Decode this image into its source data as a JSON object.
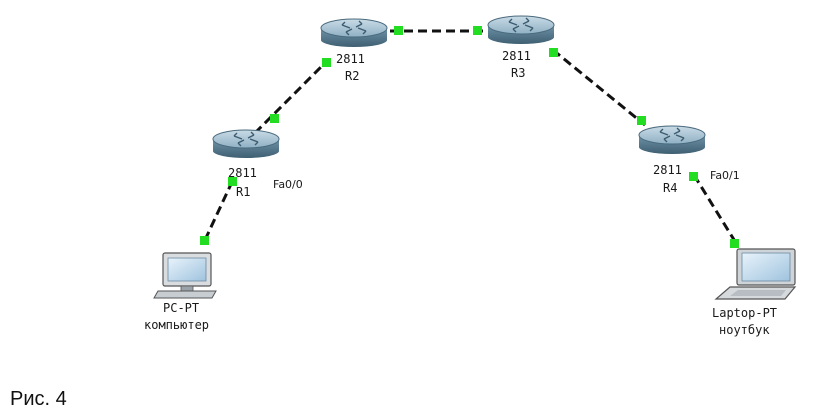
{
  "routers": [
    {
      "id": "R1",
      "model": "2811",
      "name": "R1"
    },
    {
      "id": "R2",
      "model": "2811",
      "name": "R2"
    },
    {
      "id": "R3",
      "model": "2811",
      "name": "R3"
    },
    {
      "id": "R4",
      "model": "2811",
      "name": "R4"
    }
  ],
  "hosts": [
    {
      "id": "pc",
      "type": "PC-PT",
      "name": "компьютер"
    },
    {
      "id": "laptop",
      "type": "Laptop-PT",
      "name": "ноутбук"
    }
  ],
  "ports": {
    "r1_pc": "Fa0/0",
    "r4_laptop": "Fa0/1"
  },
  "links": [
    {
      "from": "pc",
      "to": "R1",
      "style": "dashed"
    },
    {
      "from": "R1",
      "to": "R2",
      "style": "dashed"
    },
    {
      "from": "R2",
      "to": "R3",
      "style": "dashed"
    },
    {
      "from": "R3",
      "to": "R4",
      "style": "dashed"
    },
    {
      "from": "R4",
      "to": "laptop",
      "style": "dashed"
    }
  ],
  "colors": {
    "link": "#111111",
    "link_up": "#22dd22",
    "router_body": "#7fa3b8"
  },
  "caption": "Рис. 4"
}
